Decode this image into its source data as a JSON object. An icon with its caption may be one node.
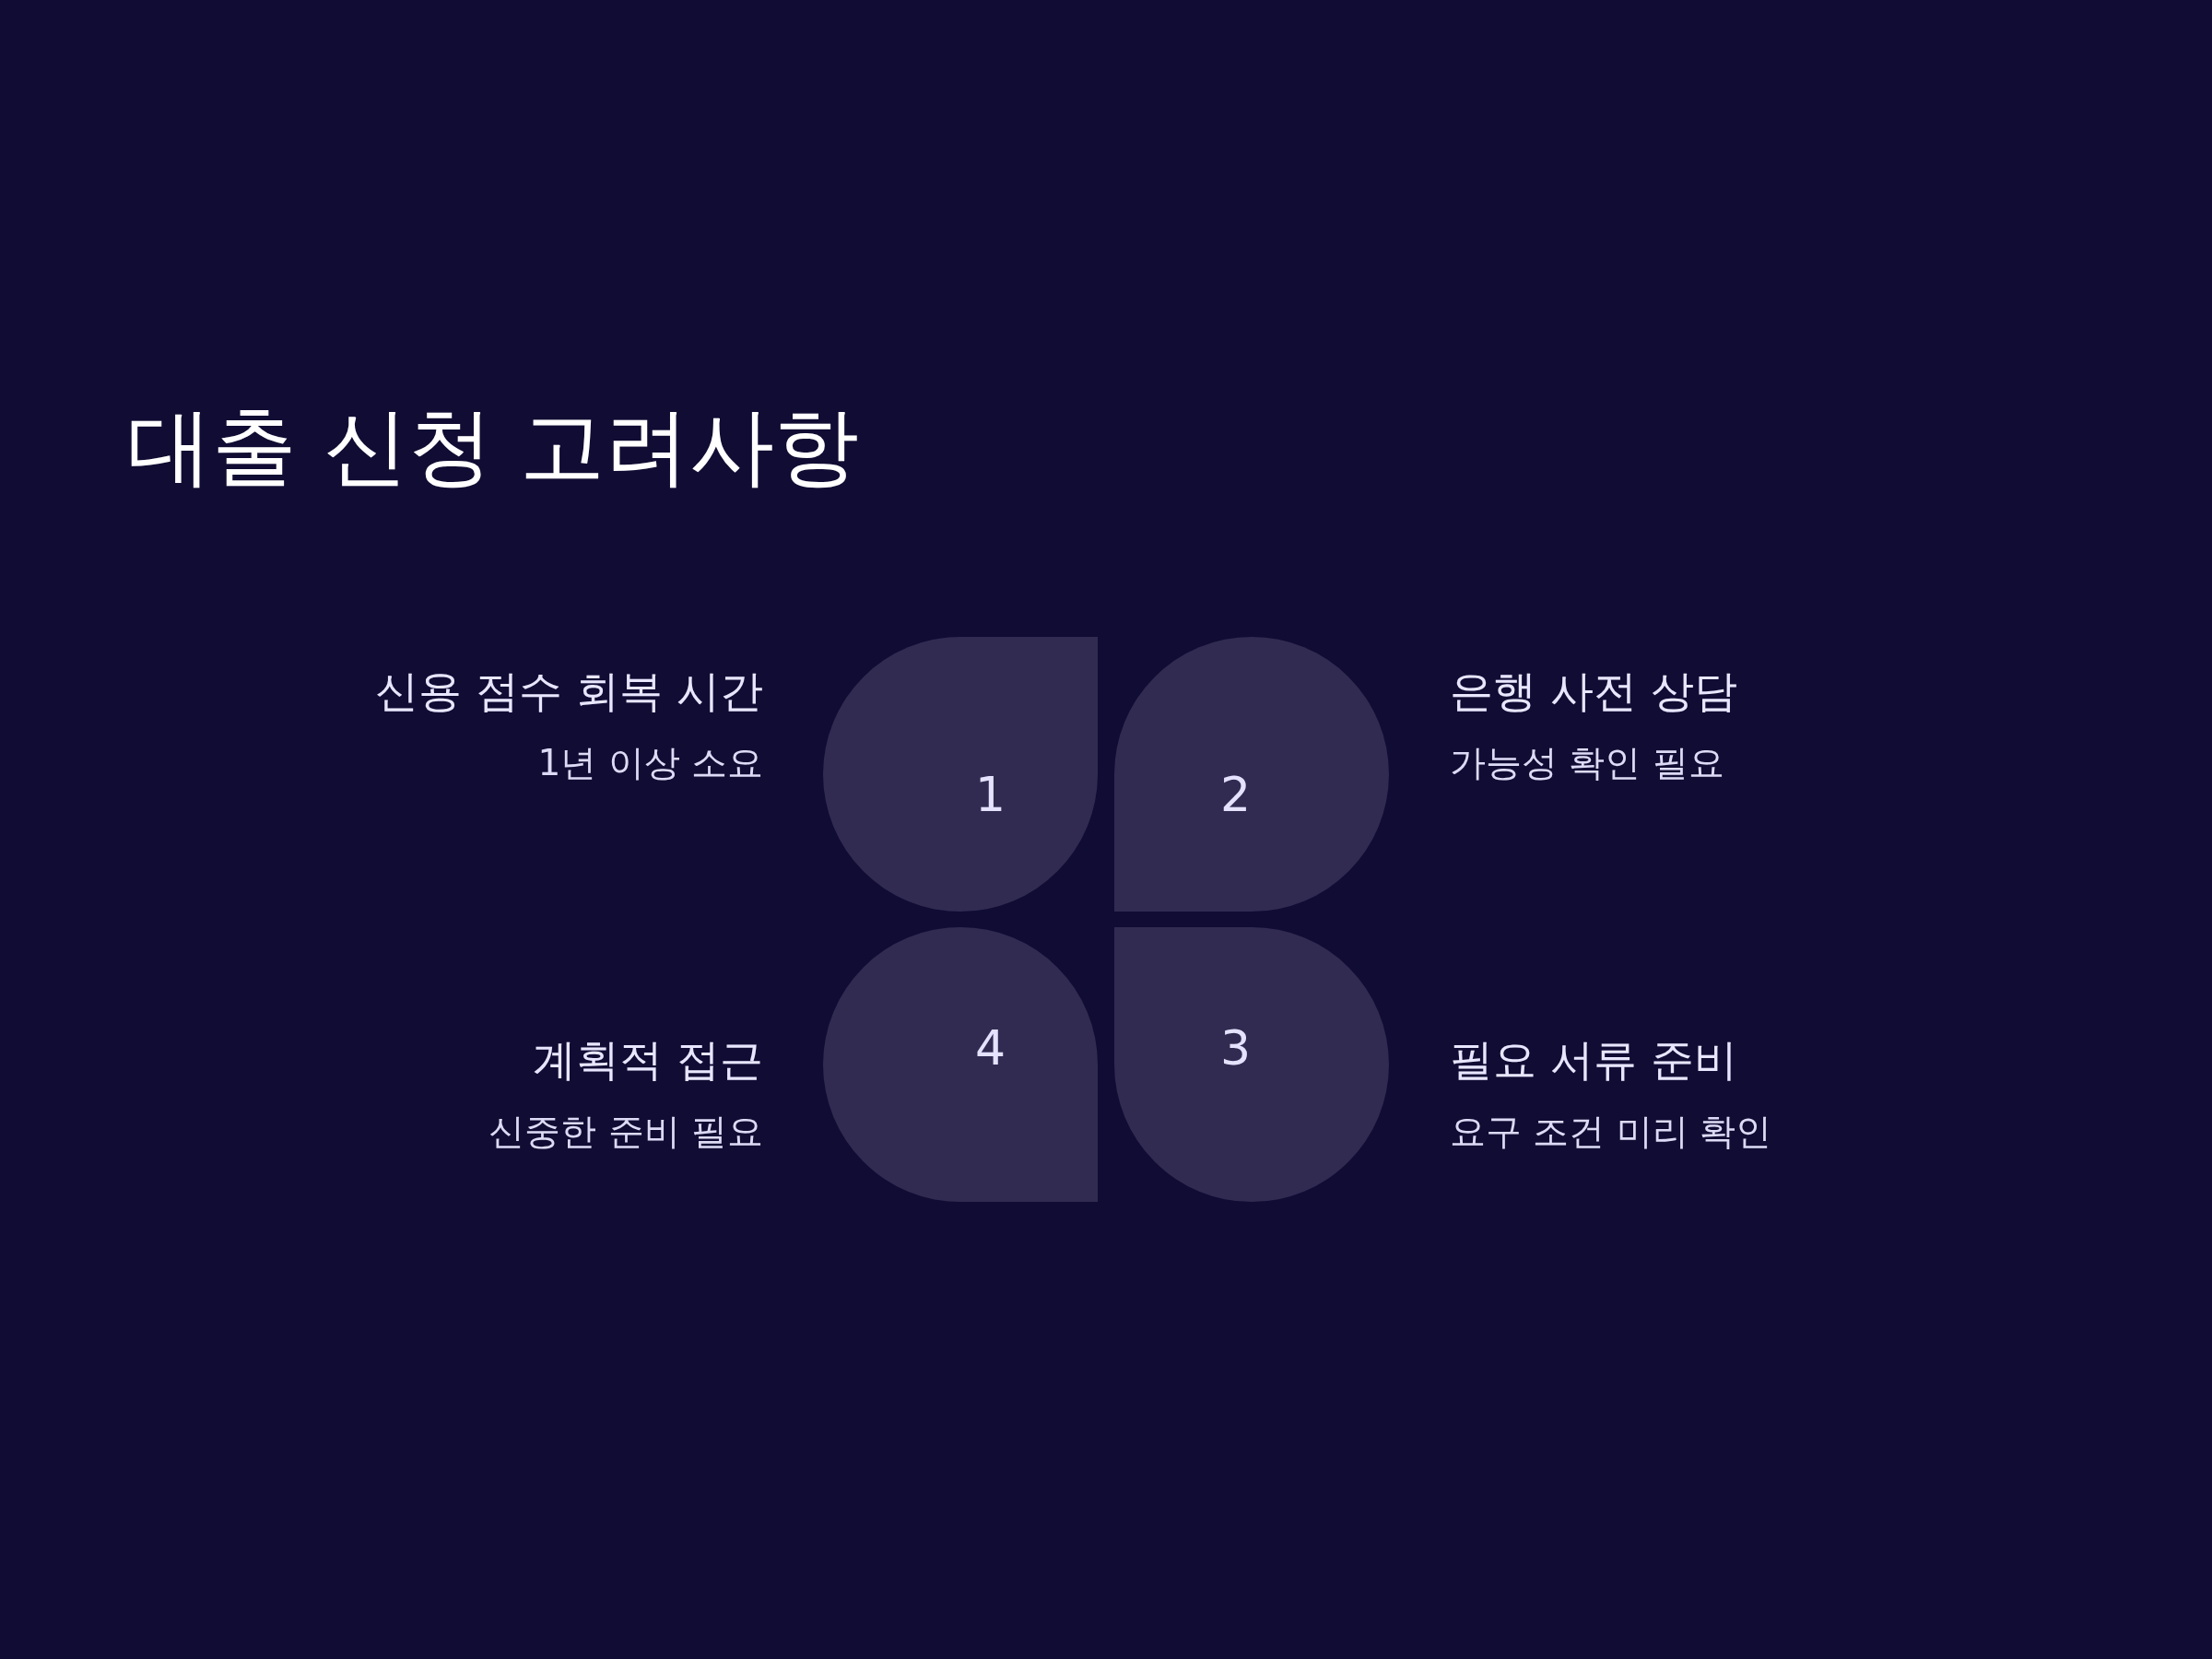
{
  "diagram": {
    "title": "대출 신청 고려사항",
    "nodes": [
      {
        "text": [
          "1"
        ],
        "beside": [
          "신용 점수 회복 시간",
          "1년 이상 소요"
        ]
      },
      {
        "text": [
          "2"
        ],
        "beside": [
          "은행 사전 상담",
          "가능성 확인 필요"
        ]
      },
      {
        "text": [
          "3"
        ],
        "beside": [
          "필요 서류 준비",
          "요구 조건 미리 확인"
        ]
      },
      {
        "text": [
          "4"
        ],
        "beside": [
          "계획적 접근",
          "신중한 준비 필요"
        ]
      }
    ],
    "edges": []
  }
}
